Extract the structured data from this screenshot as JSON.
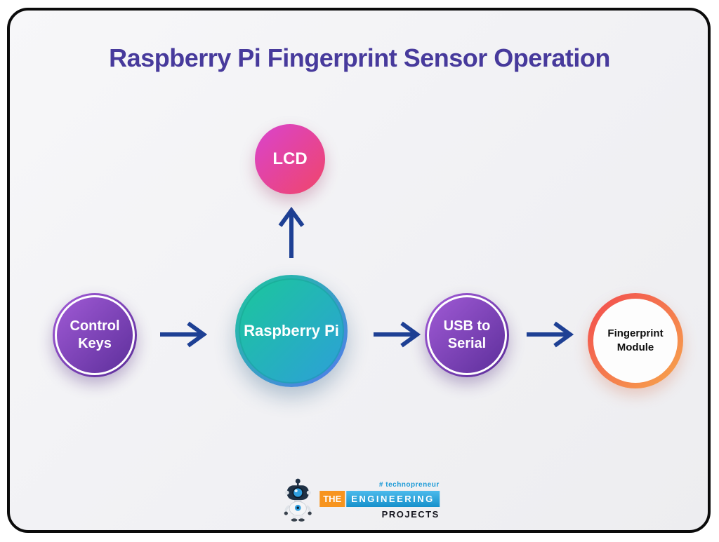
{
  "title": "Raspberry Pi Fingerprint Sensor Operation",
  "nodes": {
    "lcd": {
      "label": "LCD"
    },
    "raspberry_pi": {
      "label": "Raspberry Pi"
    },
    "control_keys": {
      "label": "Control Keys"
    },
    "usb_to_serial": {
      "label": "USB to Serial"
    },
    "fingerprint_module": {
      "label": "Fingerprint Module"
    }
  },
  "connections": [
    {
      "from": "control_keys",
      "to": "raspberry_pi",
      "direction": "right"
    },
    {
      "from": "raspberry_pi",
      "to": "lcd",
      "direction": "up"
    },
    {
      "from": "raspberry_pi",
      "to": "usb_to_serial",
      "direction": "right"
    },
    {
      "from": "usb_to_serial",
      "to": "fingerprint_module",
      "direction": "right"
    }
  ],
  "logo": {
    "tagline": "# technopreneur",
    "word_the": "THE",
    "word_engineering": "ENGINEERING",
    "word_projects": "PROJECTS"
  },
  "colors": {
    "title-color": "#473a9c",
    "arrow-color": "#1e4094",
    "lcd-grad-start": "#d944ce",
    "lcd-grad-end": "#f0456a",
    "purple-grad-start": "#a35cd8",
    "purple-grad-end": "#5a2d98",
    "pi-grad-start": "#1bc79b",
    "pi-grad-end": "#2d9fd9",
    "pi-ring-end": "#5479ef",
    "fp-border-start": "#f24a4f",
    "fp-border-end": "#f7a74c",
    "logo-blue": "#1d9bd7",
    "logo-orange": "#f7941e",
    "projects-color": "#16161f"
  }
}
